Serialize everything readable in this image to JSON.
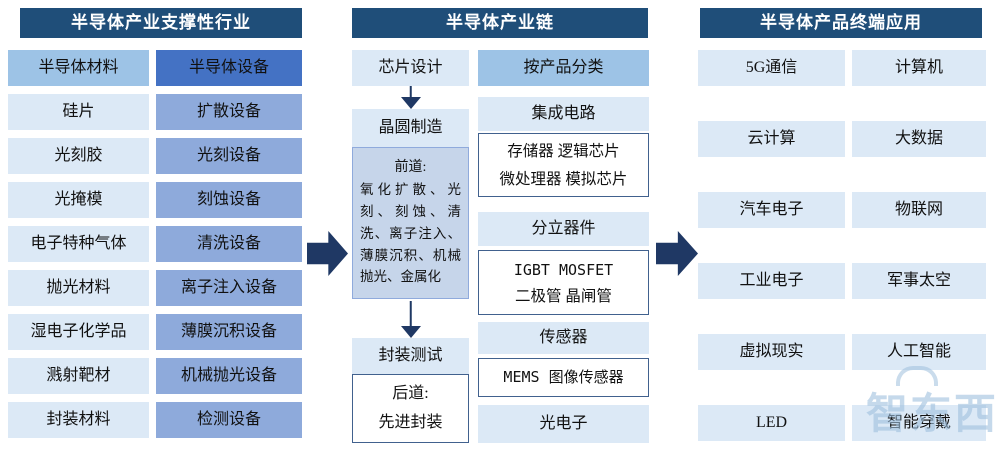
{
  "colors": {
    "header_bg": "#1F4E79",
    "strong_blue": "#4472C4",
    "medium_blue": "#9DC3E6",
    "periwinkle": "#8EAADB",
    "light_blue": "#DCE9F6",
    "panel_blue": "#C6D5EA",
    "arrow_navy": "#1F3864"
  },
  "support": {
    "title": "半导体产业支撑性行业",
    "materials_header": "半导体材料",
    "equipment_header": "半导体设备",
    "materials": [
      "硅片",
      "光刻胶",
      "光掩模",
      "电子特种气体",
      "抛光材料",
      "湿电子化学品",
      "溅射靶材",
      "封装材料"
    ],
    "equipment": [
      "扩散设备",
      "光刻设备",
      "刻蚀设备",
      "清洗设备",
      "离子注入设备",
      "薄膜沉积设备",
      "机械抛光设备",
      "检测设备"
    ]
  },
  "chain": {
    "title": "半导体产业链",
    "flow": {
      "design": "芯片设计",
      "fab": "晶圆制造",
      "front_label": "前道:",
      "front_detail": "氧化扩散、光刻、刻蚀、清洗、离子注入、薄膜沉积、机械抛光、金属化",
      "package": "封装测试",
      "back_label": "后道:",
      "back_detail": "先进封装"
    },
    "products": {
      "header": "按产品分类",
      "ic_name": "集成电路",
      "ic_line1": "存储器 逻辑芯片",
      "ic_line2": "微处理器 模拟芯片",
      "discrete_name": "分立器件",
      "discrete_line1": "IGBT MOSFET",
      "discrete_line2": "二极管 晶闸管",
      "sensor_name": "传感器",
      "sensor_line1": "MEMS 图像传感器",
      "opto_name": "光电子"
    }
  },
  "applications": {
    "title": "半导体产品终端应用",
    "rows": [
      [
        "5G通信",
        "计算机"
      ],
      [
        "云计算",
        "大数据"
      ],
      [
        "汽车电子",
        "物联网"
      ],
      [
        "工业电子",
        "军事太空"
      ],
      [
        "虚拟现实",
        "人工智能"
      ],
      [
        "LED",
        "智能穿戴"
      ]
    ]
  },
  "watermark": {
    "text": "智东西"
  }
}
